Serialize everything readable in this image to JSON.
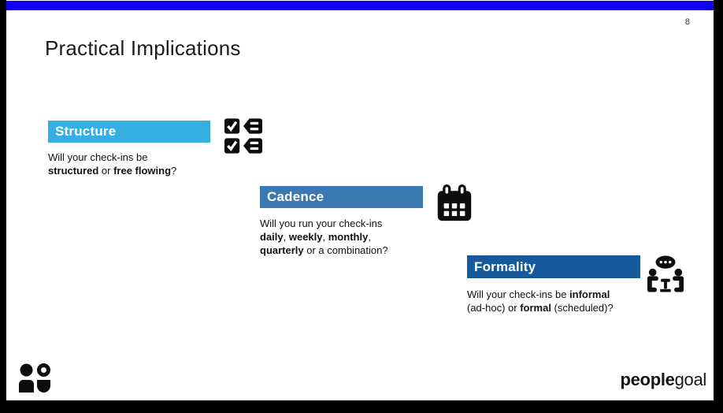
{
  "slide": {
    "page_number": "8",
    "title": "Practical Implications",
    "accent_bar_color": "#1102F2"
  },
  "cards": [
    {
      "header": "Structure",
      "header_color": "#35AEE2",
      "icon": "checklist-icon",
      "description_lines": [
        [
          {
            "text": "Will your check-ins be",
            "bold": false
          }
        ],
        [
          {
            "text": "structured",
            "bold": true
          },
          {
            "text": " or ",
            "bold": false
          },
          {
            "text": "free flowing",
            "bold": true
          },
          {
            "text": "?",
            "bold": false
          }
        ]
      ]
    },
    {
      "header": "Cadence",
      "header_color": "#3B79B2",
      "icon": "calendar-icon",
      "description_lines": [
        [
          {
            "text": "Will you run your check-ins",
            "bold": false
          }
        ],
        [
          {
            "text": "daily",
            "bold": true
          },
          {
            "text": ", ",
            "bold": false
          },
          {
            "text": "weekly",
            "bold": true
          },
          {
            "text": ", ",
            "bold": false
          },
          {
            "text": "monthly",
            "bold": true
          },
          {
            "text": ",",
            "bold": false
          }
        ],
        [
          {
            "text": "quarterly",
            "bold": true
          },
          {
            "text": " or a combination?",
            "bold": false
          }
        ]
      ]
    },
    {
      "header": "Formality",
      "header_color": "#175A9C",
      "icon": "meeting-icon",
      "description_lines": [
        [
          {
            "text": "Will your check-ins be ",
            "bold": false
          },
          {
            "text": "informal",
            "bold": true
          }
        ],
        [
          {
            "text": "(ad-hoc) or ",
            "bold": false
          },
          {
            "text": "formal",
            "bold": true
          },
          {
            "text": " (scheduled)?",
            "bold": false
          }
        ]
      ]
    }
  ],
  "footer": {
    "logo_mark": "peoplegoal-mark-icon",
    "logo_text_bold": "people",
    "logo_text_light": "goal"
  }
}
